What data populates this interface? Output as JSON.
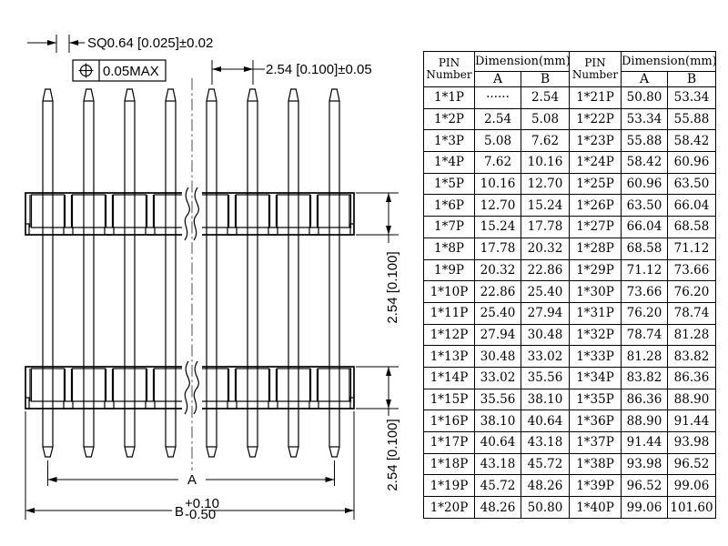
{
  "drawing": {
    "sq_dimension": "SQ0.64 [0.025]±0.02",
    "position_tolerance": "0.05MAX",
    "pitch_dimension": "2.54 [0.100]±0.05",
    "body_height_upper": "2.54 [0.100]",
    "body_height_lower": "2.54 [0.100]",
    "dim_a": "A",
    "dim_b": "B",
    "dim_b_tol_plus": "+0.10",
    "dim_b_tol_minus": "-0.50",
    "line_color": "#000000",
    "background_color": "#ffffff"
  },
  "table": {
    "headers": {
      "pin": "PIN",
      "number": "Number",
      "dimension": "Dimension(mm)",
      "col_a": "A",
      "col_b": "B"
    },
    "rows": [
      {
        "pin": "1*1P",
        "a": "······",
        "b": "2.54",
        "pin2": "1*21P",
        "a2": "50.80",
        "b2": "53.34"
      },
      {
        "pin": "1*2P",
        "a": "2.54",
        "b": "5.08",
        "pin2": "1*22P",
        "a2": "53.34",
        "b2": "55.88"
      },
      {
        "pin": "1*3P",
        "a": "5.08",
        "b": "7.62",
        "pin2": "1*23P",
        "a2": "55.88",
        "b2": "58.42"
      },
      {
        "pin": "1*4P",
        "a": "7.62",
        "b": "10.16",
        "pin2": "1*24P",
        "a2": "58.42",
        "b2": "60.96"
      },
      {
        "pin": "1*5P",
        "a": "10.16",
        "b": "12.70",
        "pin2": "1*25P",
        "a2": "60.96",
        "b2": "63.50"
      },
      {
        "pin": "1*6P",
        "a": "12.70",
        "b": "15.24",
        "pin2": "1*26P",
        "a2": "63.50",
        "b2": "66.04"
      },
      {
        "pin": "1*7P",
        "a": "15.24",
        "b": "17.78",
        "pin2": "1*27P",
        "a2": "66.04",
        "b2": "68.58"
      },
      {
        "pin": "1*8P",
        "a": "17.78",
        "b": "20.32",
        "pin2": "1*28P",
        "a2": "68.58",
        "b2": "71.12"
      },
      {
        "pin": "1*9P",
        "a": "20.32",
        "b": "22.86",
        "pin2": "1*29P",
        "a2": "71.12",
        "b2": "73.66"
      },
      {
        "pin": "1*10P",
        "a": "22.86",
        "b": "25.40",
        "pin2": "1*30P",
        "a2": "73.66",
        "b2": "76.20"
      },
      {
        "pin": "1*11P",
        "a": "25.40",
        "b": "27.94",
        "pin2": "1*31P",
        "a2": "76.20",
        "b2": "78.74"
      },
      {
        "pin": "1*12P",
        "a": "27.94",
        "b": "30.48",
        "pin2": "1*32P",
        "a2": "78.74",
        "b2": "81.28"
      },
      {
        "pin": "1*13P",
        "a": "30.48",
        "b": "33.02",
        "pin2": "1*33P",
        "a2": "81.28",
        "b2": "83.82"
      },
      {
        "pin": "1*14P",
        "a": "33.02",
        "b": "35.56",
        "pin2": "1*34P",
        "a2": "83.82",
        "b2": "86.36"
      },
      {
        "pin": "1*15P",
        "a": "35.56",
        "b": "38.10",
        "pin2": "1*35P",
        "a2": "86.36",
        "b2": "88.90"
      },
      {
        "pin": "1*16P",
        "a": "38.10",
        "b": "40.64",
        "pin2": "1*36P",
        "a2": "88.90",
        "b2": "91.44"
      },
      {
        "pin": "1*17P",
        "a": "40.64",
        "b": "43.18",
        "pin2": "1*37P",
        "a2": "91.44",
        "b2": "93.98"
      },
      {
        "pin": "1*18P",
        "a": "43.18",
        "b": "45.72",
        "pin2": "1*38P",
        "a2": "93.98",
        "b2": "96.52"
      },
      {
        "pin": "1*19P",
        "a": "45.72",
        "b": "48.26",
        "pin2": "1*39P",
        "a2": "96.52",
        "b2": "99.06"
      },
      {
        "pin": "1*20P",
        "a": "48.26",
        "b": "50.80",
        "pin2": "1*40P",
        "a2": "99.06",
        "b2": "101.60"
      }
    ]
  }
}
